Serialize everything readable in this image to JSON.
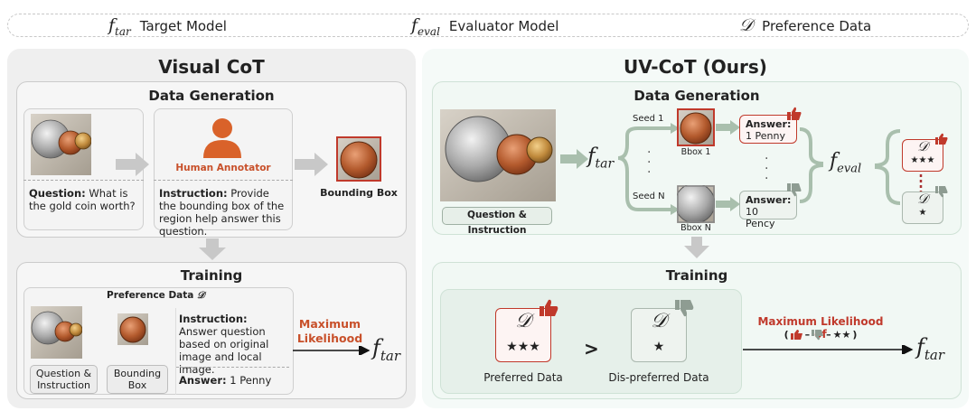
{
  "legend": {
    "items": [
      {
        "symbol": "f",
        "sub": "tar",
        "label": "Target Model"
      },
      {
        "symbol": "f",
        "sub": "eval",
        "label": "Evaluator Model"
      },
      {
        "symbol": "𝒟",
        "sub": "",
        "label": "Preference Data"
      }
    ]
  },
  "left": {
    "title": "Visual CoT",
    "data_gen": {
      "title": "Data Generation",
      "question_bold": "Question:",
      "question_text": "What is the gold coin worth?",
      "annotator_label": "Human Annotator",
      "instruction_bold": "Instruction:",
      "instruction_text": "Provide the bounding box of the region help answer this question.",
      "bbox_label": "Bounding Box"
    },
    "training": {
      "title": "Training",
      "pref_label": "Preference Data",
      "pref_sym": "𝒟",
      "qi_label": "Question & Instruction",
      "bbox_label": "Bounding Box",
      "instr_bold": "Instruction:",
      "instr_text": "Answer question based on original image and local image.",
      "answer_bold": "Answer:",
      "answer_text": "1 Penny",
      "ml_label": "Maximum Likelihood",
      "ftar_f": "f",
      "ftar_sub": "tar"
    }
  },
  "right": {
    "title": "UV-CoT (Ours)",
    "data_gen": {
      "title": "Data Generation",
      "qi_button": "Question & Instruction",
      "ftar_f": "f",
      "ftar_sub": "tar",
      "seed1": "Seed 1",
      "seedN": "Seed N",
      "bbox1": "Bbox 1",
      "bboxN": "Bbox N",
      "answer1_bold": "Answer:",
      "answer1_text": "1 Penny",
      "answerN_bold": "Answer:",
      "answerN_text": "10 Pency",
      "feval_f": "f",
      "feval_sub": "eval",
      "d_sym": "𝒟",
      "stars_high": "★★★",
      "stars_low": "★"
    },
    "training": {
      "title": "Training",
      "d_sym": "𝒟",
      "stars_high": "★★★",
      "stars_low": "★",
      "gt": ">",
      "preferred_label": "Preferred Data",
      "dispreferred_label": "Dis-preferred Data",
      "ml_label": "Maximum Likelihood of",
      "ml_formula_open": "(",
      "ml_formula_stars": "★★",
      "ml_formula_close": ")",
      "ftar_f": "f",
      "ftar_sub": "tar"
    }
  },
  "colors": {
    "red": "#c0392b",
    "orange": "#c8502a",
    "gray_arrow": "#c8c8c8",
    "green_arrow": "#a9bfad",
    "green_border": "#cfe2d6"
  }
}
